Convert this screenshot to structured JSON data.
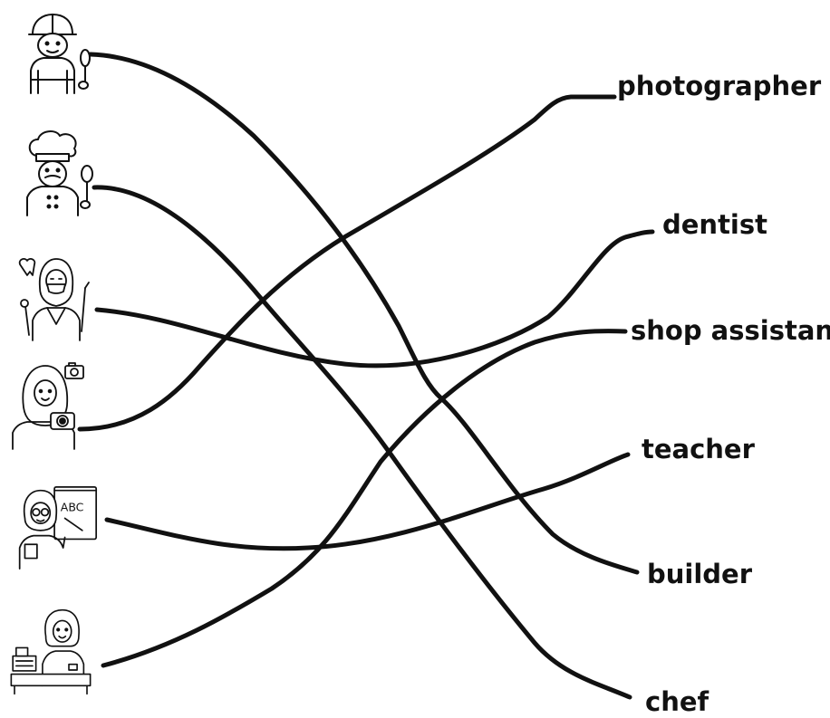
{
  "worksheet": {
    "pictures": [
      {
        "icon": "builder-icon",
        "description_icon": "worker-with-hard-hat-and-trowel"
      },
      {
        "icon": "chef-icon",
        "description_icon": "chef-with-toque-and-spoon"
      },
      {
        "icon": "dentist-icon",
        "description_icon": "dentist-with-mirror-and-tooth"
      },
      {
        "icon": "photographer-icon",
        "description_icon": "woman-in-hijab-with-camera"
      },
      {
        "icon": "teacher-icon",
        "description_icon": "teacher-pointing-at-abc-board"
      },
      {
        "icon": "shop-assistant-icon",
        "description_icon": "cashier-at-till"
      }
    ],
    "board_text": "ABC",
    "words": [
      {
        "id": "photographer",
        "label": "photographer"
      },
      {
        "id": "dentist",
        "label": "dentist"
      },
      {
        "id": "shop-assistant",
        "label": "shop assistant"
      },
      {
        "id": "teacher",
        "label": "teacher"
      },
      {
        "id": "builder",
        "label": "builder"
      },
      {
        "id": "chef",
        "label": "chef"
      }
    ],
    "matches": [
      {
        "picture": 0,
        "word": "builder"
      },
      {
        "picture": 1,
        "word": "chef"
      },
      {
        "picture": 2,
        "word": "dentist"
      },
      {
        "picture": 3,
        "word": "photographer"
      },
      {
        "picture": 4,
        "word": "teacher"
      },
      {
        "picture": 5,
        "word": "shop-assistant"
      }
    ],
    "line_color": "#111111"
  }
}
